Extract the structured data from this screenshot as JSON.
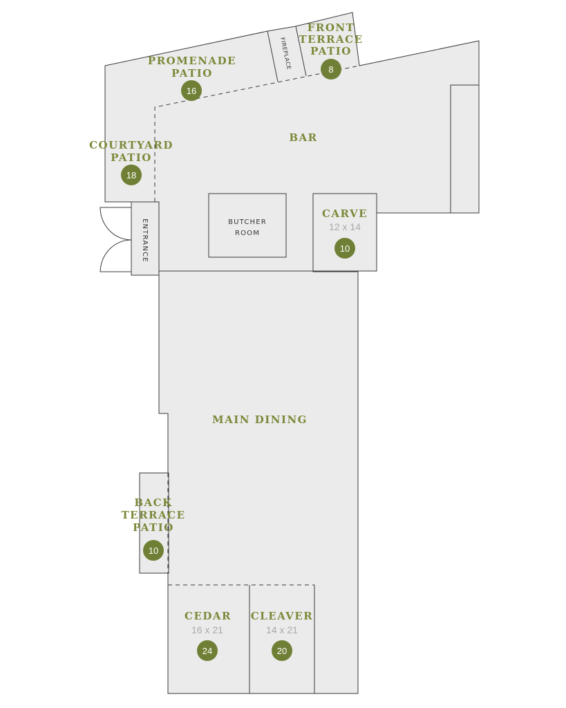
{
  "colors": {
    "accent_green": "#6f7f35",
    "room_label": "#7a8a3a",
    "floor_fill": "#ebebeb",
    "dimension_text": "#a8a8a8",
    "wall_stroke": "#3a3a3a"
  },
  "spaces": {
    "front_terrace_patio": {
      "line1": "FRONT",
      "line2": "TERRACE",
      "line3": "PATIO",
      "capacity": "8"
    },
    "fireplace": {
      "label": "FIREPLACE"
    },
    "promenade_patio": {
      "line1": "PROMENADE",
      "line2": "PATIO",
      "capacity": "16"
    },
    "courtyard_patio": {
      "line1": "COURTYARD",
      "line2": "PATIO",
      "capacity": "18"
    },
    "bar": {
      "name": "BAR"
    },
    "butcher_room": {
      "line1": "BUTCHER",
      "line2": "ROOM"
    },
    "carve": {
      "name": "CARVE",
      "dims": "12 x 14",
      "capacity": "10"
    },
    "entrance": {
      "label": "ENTRANCE"
    },
    "main_dining": {
      "name": "MAIN DINING"
    },
    "back_terrace_patio": {
      "line1": "BACK",
      "line2": "TERRACE",
      "line3": "PATIO",
      "capacity": "10"
    },
    "cedar": {
      "name": "CEDAR",
      "dims": "16 x 21",
      "capacity": "24"
    },
    "cleaver": {
      "name": "CLEAVER",
      "dims": "14 x 21",
      "capacity": "20"
    }
  }
}
